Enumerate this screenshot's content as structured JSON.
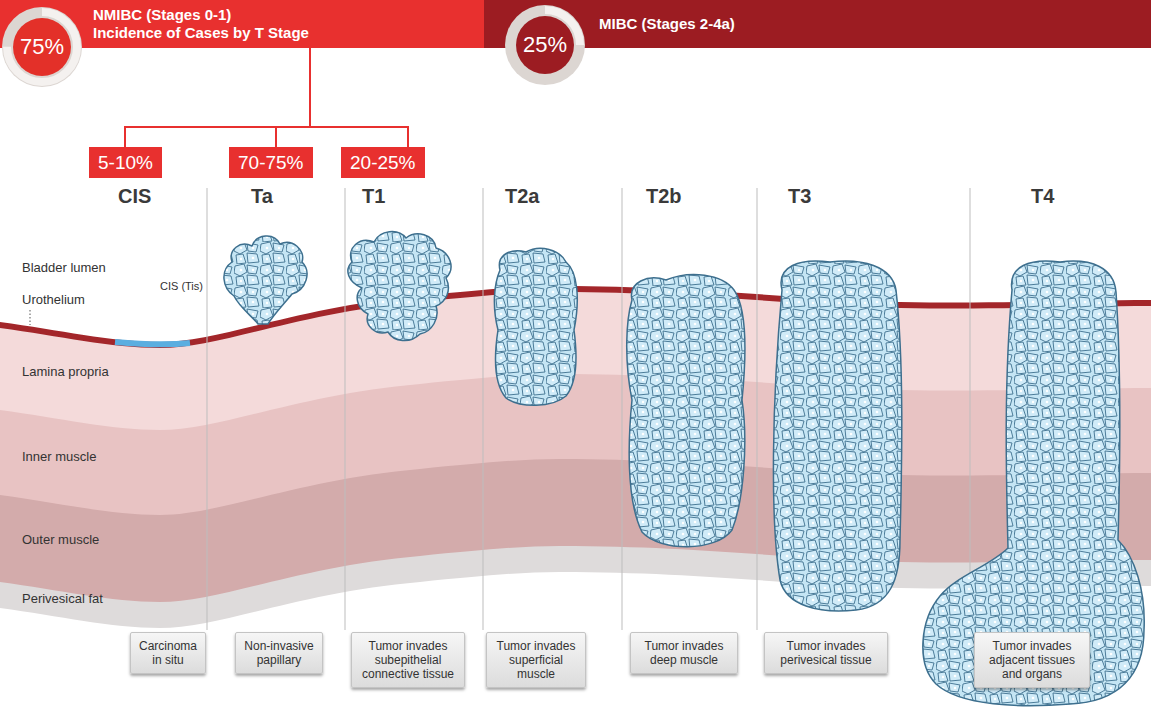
{
  "diagram": {
    "nodes": [
      {
        "text": [
          "75%"
        ]
      },
      {
        "text": [
          "NMIBC (Stages 0-1)",
          "Incidence of Cases by T Stage"
        ]
      },
      {
        "text": [
          "25%"
        ]
      },
      {
        "text": [
          "MIBC (Stages 2-4a)"
        ]
      },
      {
        "text": [
          "5-10%"
        ]
      },
      {
        "text": [
          "70-75%"
        ]
      },
      {
        "text": [
          "20-25%"
        ]
      },
      {
        "text": [
          "Carcinoma in situ"
        ]
      },
      {
        "text": [
          "Non-invasive papillary"
        ]
      },
      {
        "text": [
          "Tumor invades subepithelial connective tissue"
        ]
      },
      {
        "text": [
          "Tumor invades superficial muscle"
        ]
      },
      {
        "text": [
          "Tumor invades deep muscle"
        ]
      },
      {
        "text": [
          "Tumor invades perivesical tissue"
        ]
      },
      {
        "text": [
          "Tumor invades adjacent tissues and organs"
        ]
      }
    ],
    "edges": [
      {
        "from": 1,
        "to": 4,
        "arrow": "none"
      },
      {
        "from": 1,
        "to": 5,
        "arrow": "none"
      },
      {
        "from": 1,
        "to": 6,
        "arrow": "none"
      }
    ],
    "labels": [
      "CIS",
      "Ta",
      "T1",
      "T2a",
      "T2b",
      "T3",
      "T4",
      "Bladder lumen",
      "CIS (Tis)",
      "Urothelium",
      "Lamina propria",
      "Inner muscle",
      "Outer muscle",
      "Perivesical fat"
    ]
  }
}
